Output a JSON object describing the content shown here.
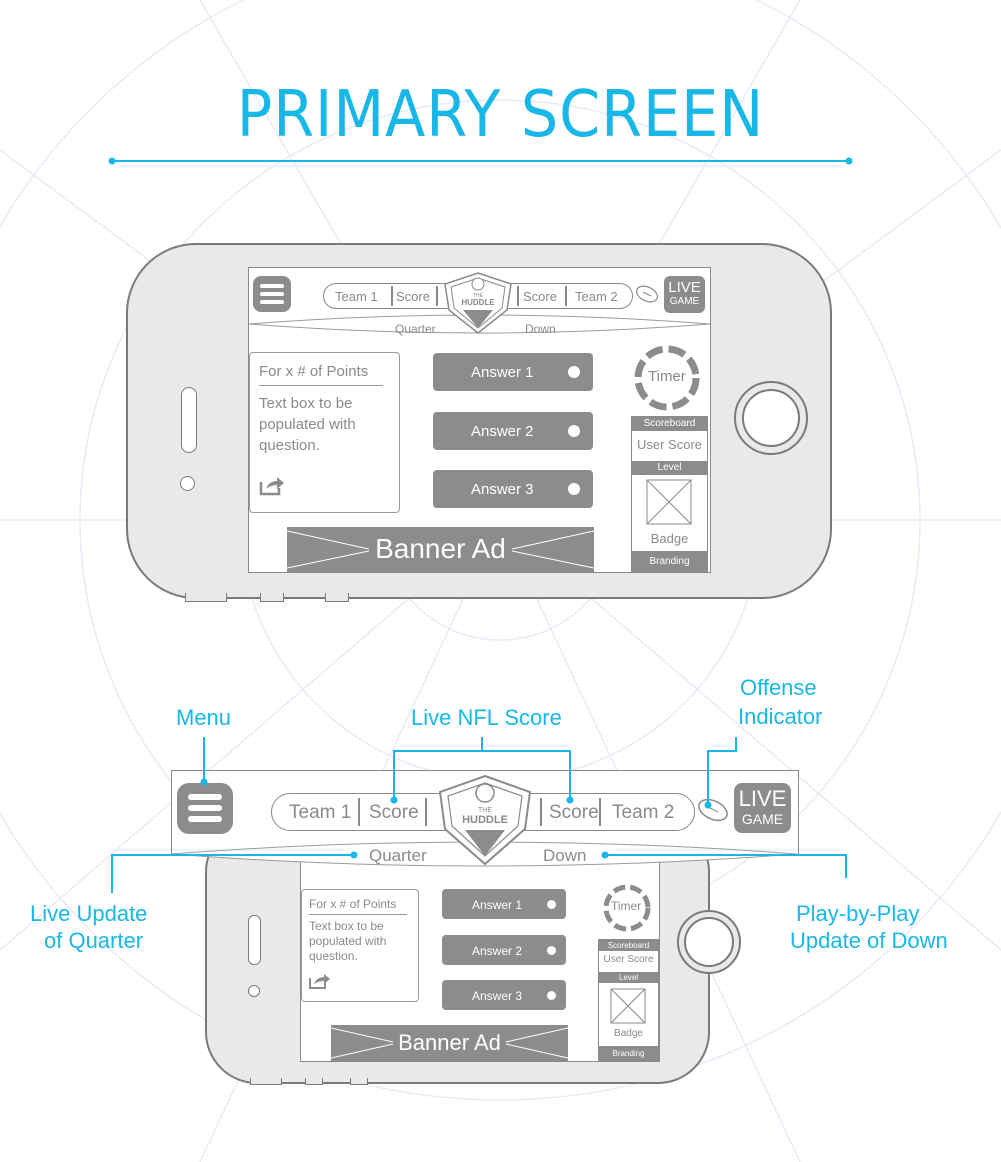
{
  "title": "PRIMARY SCREEN",
  "colors": {
    "accent": "#18b7e8",
    "ui_gray": "#8c8c8c",
    "phone_body": "#e9e9e9"
  },
  "header": {
    "team1": "Team 1",
    "score1": "Score",
    "logo_the": "THE",
    "logo_name": "HUDDLE",
    "score2": "Score",
    "team2": "Team 2",
    "live": "LIVE",
    "game": "GAME",
    "quarter": "Quarter",
    "down": "Down"
  },
  "question": {
    "points": "For x # of Points",
    "text": "Text box to be populated with question."
  },
  "answers": [
    "Answer 1",
    "Answer 2",
    "Answer 3"
  ],
  "timer": "Timer",
  "scoreboard": {
    "title": "Scoreboard",
    "user_score": "User Score",
    "level": "Level",
    "badge": "Badge",
    "branding": "Branding"
  },
  "banner": "Banner Ad",
  "callouts": {
    "menu": "Menu",
    "live_nfl_score": "Live NFL Score",
    "offense_line1": "Offense",
    "offense_line2": "Indicator",
    "quarter_line1": "Live Update",
    "quarter_line2": "of Quarter",
    "down_line1": "Play-by-Play",
    "down_line2": "Update of Down"
  },
  "icons": [
    "menu-icon",
    "huddle-logo",
    "football-icon",
    "share-icon",
    "timer-ring-icon",
    "badge-placeholder-icon",
    "home-button-icon"
  ]
}
